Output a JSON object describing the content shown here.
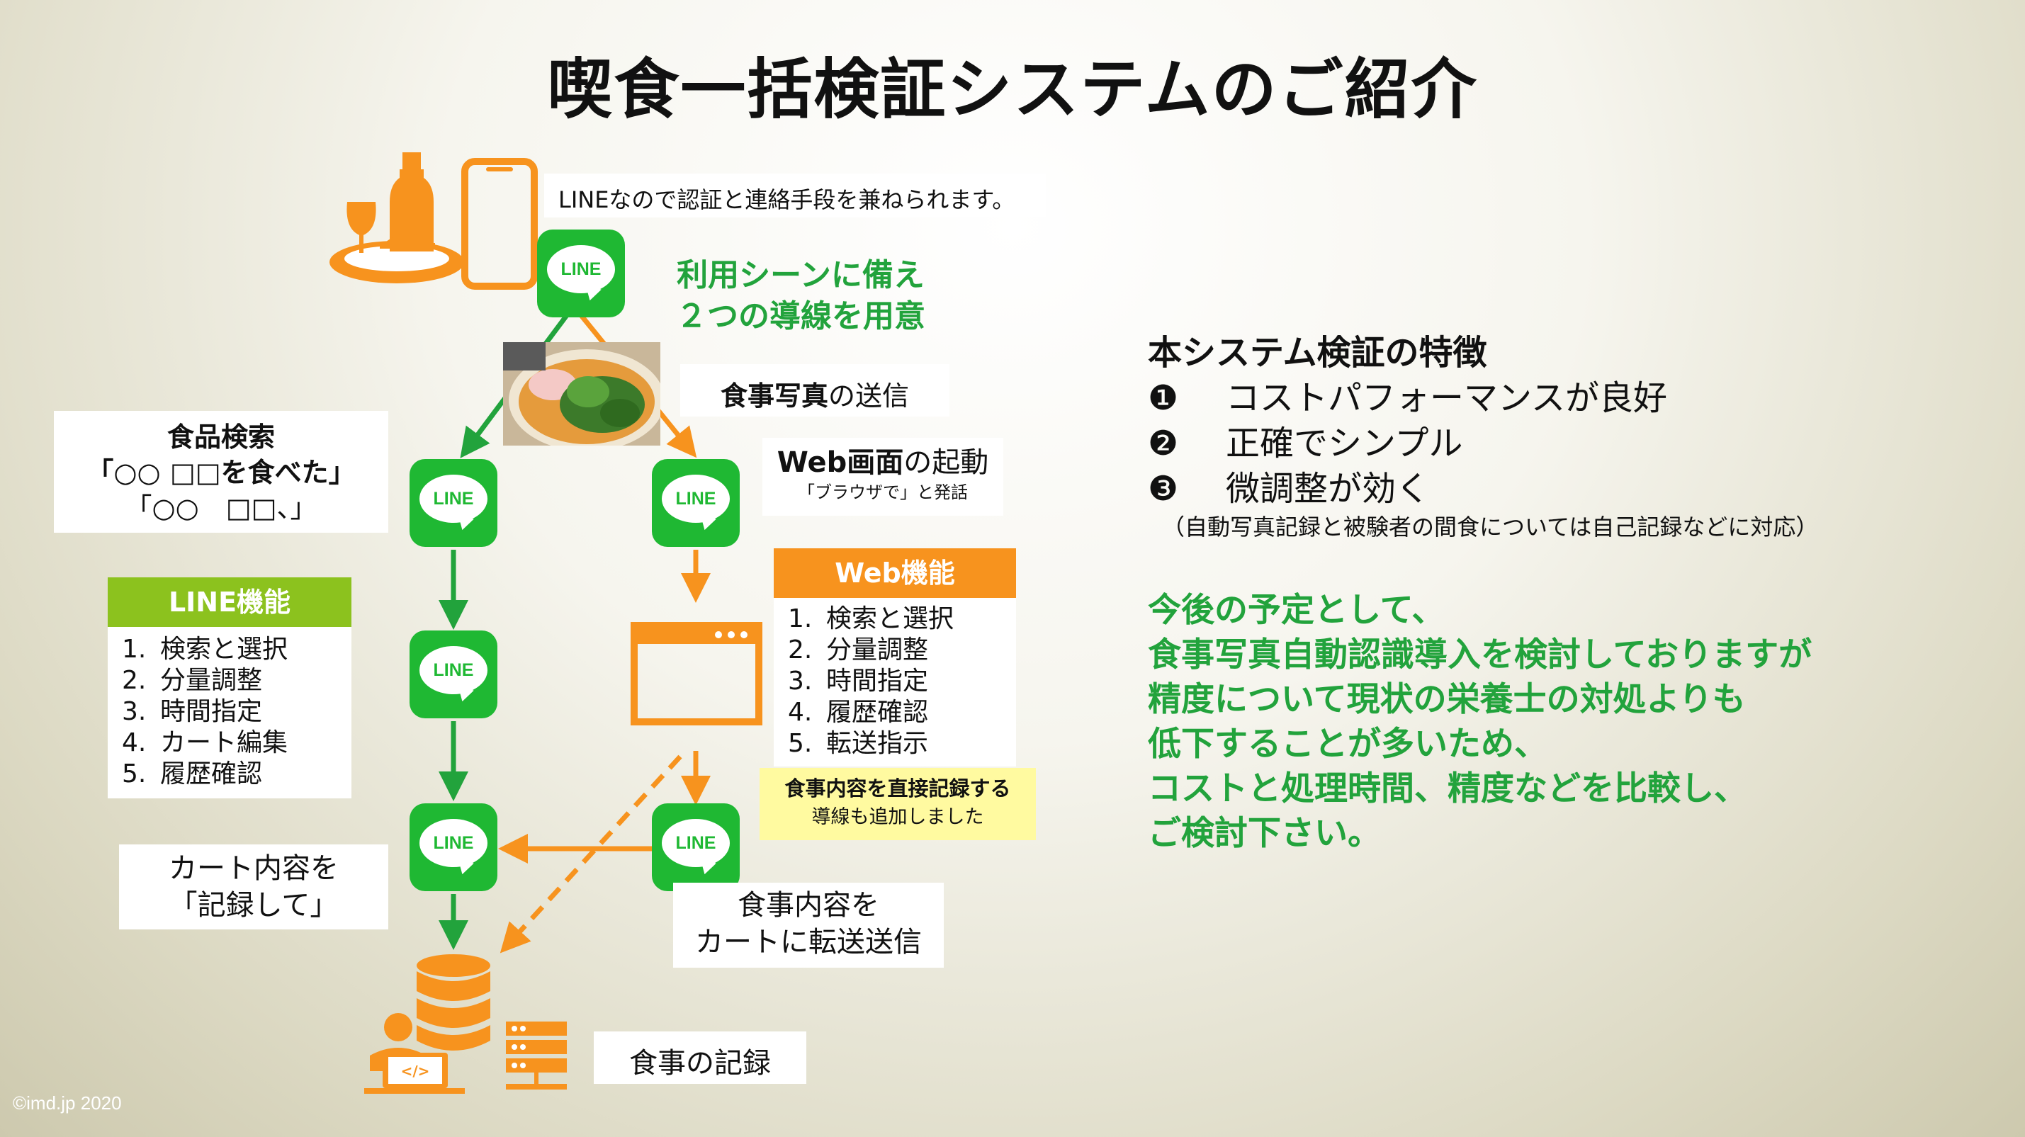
{
  "title": "喫食一括検証システムのご紹介",
  "auth_note": "LINEなので認証と連絡手段を兼ねられます。",
  "scene_note": {
    "line1": "利用シーンに備え",
    "line2": "２つの導線を用意"
  },
  "photo_send": {
    "bold": "食事写真",
    "rest": "の送信"
  },
  "food_search": {
    "title": "食品検索",
    "line1": "「○○ □□を食べた」",
    "line2": "「○○　□□、」"
  },
  "web_launch": {
    "bold": "Web画面",
    "rest": "の起動",
    "sub": "「ブラウザで」と発話"
  },
  "line_features": {
    "header": "LINE機能",
    "items": [
      "検索と選択",
      "分量調整",
      "時間指定",
      "カート編集",
      "履歴確認"
    ]
  },
  "web_features": {
    "header": "Web機能",
    "items": [
      "検索と選択",
      "分量調整",
      "時間指定",
      "履歴確認",
      "転送指示"
    ]
  },
  "direct_record": {
    "line1": "食事内容を直接記録する",
    "line2": "導線も追加しました"
  },
  "cart_record": {
    "line1": "カート内容を",
    "line2": "「記録して」"
  },
  "cart_transfer": {
    "line1": "食事内容を",
    "line2": "カートに転送送信"
  },
  "meal_record": "食事の記録",
  "line_logo_text": "LINE",
  "features": {
    "heading": "本システム検証の特徴",
    "items": [
      {
        "mark": "❶",
        "text": "コストパフォーマンスが良好"
      },
      {
        "mark": "❷",
        "text": "正確でシンプル"
      },
      {
        "mark": "❸",
        "text": "微調整が効く"
      }
    ],
    "note": "（自動写真記録と被験者の間食については自己記録などに対応）"
  },
  "future": {
    "lines": [
      "今後の予定として、",
      "食事写真自動認識導入を検討しておりますが",
      "精度について現状の栄養士の対処よりも",
      "低下することが多いため、",
      "コストと処理時間、精度などを比較し、",
      "ご検討下さい。"
    ]
  },
  "copyright": "©imd.jp 2020",
  "colors": {
    "line_green": "#1fb833",
    "accent_orange": "#f7931e",
    "text_green": "#22a33c",
    "yellow_note": "#fffaa0",
    "feature_green": "#8cc21e"
  },
  "icons": [
    "dining-tray-icon",
    "smartphone-icon",
    "food-photo",
    "browser-window-icon",
    "database-icon",
    "developer-icon",
    "server-rack-icon"
  ]
}
